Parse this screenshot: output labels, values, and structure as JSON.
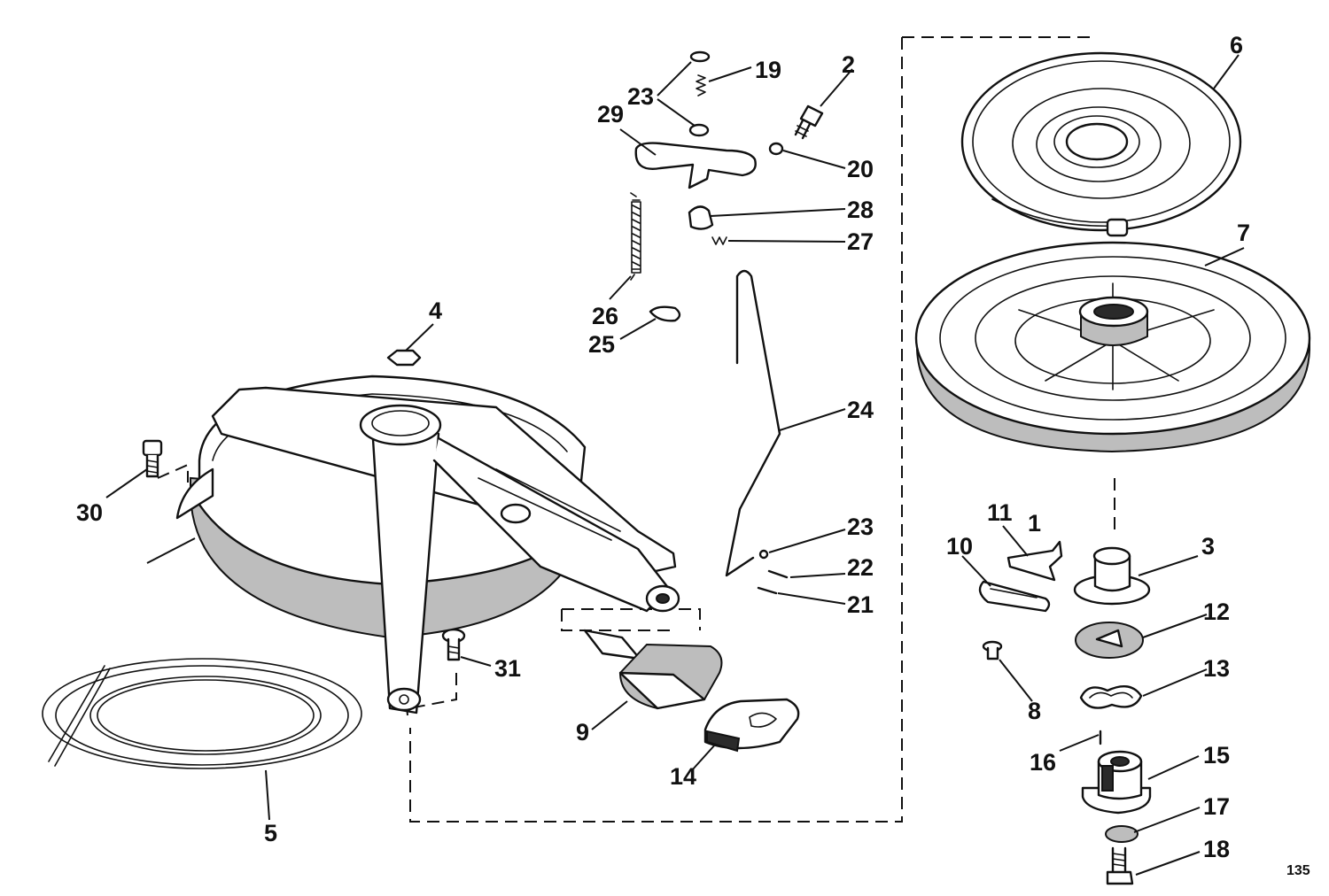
{
  "diagram": {
    "figure_number": "135",
    "callouts": [
      "1",
      "2",
      "3",
      "4",
      "5",
      "6",
      "7",
      "8",
      "9",
      "10",
      "11",
      "12",
      "13",
      "14",
      "15",
      "16",
      "17",
      "18",
      "19",
      "20",
      "21",
      "22",
      "23",
      "23",
      "24",
      "25",
      "26",
      "27",
      "28",
      "29",
      "30",
      "31"
    ]
  }
}
